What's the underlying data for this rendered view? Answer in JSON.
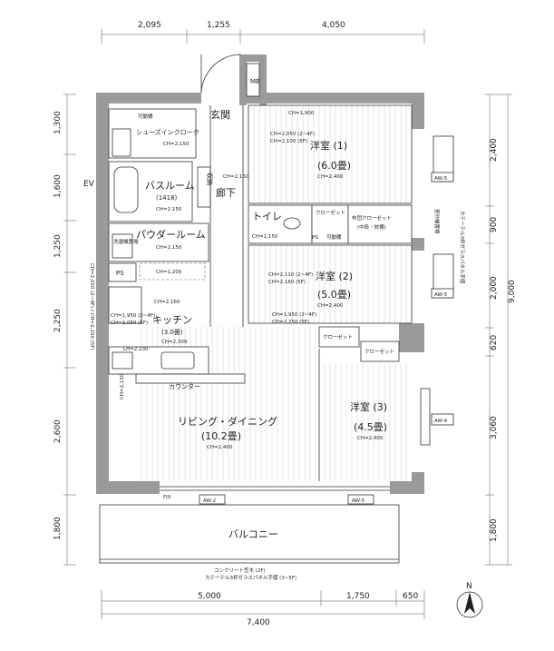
{
  "dimensions": {
    "top": [
      "2,095",
      "1,255",
      "4,050"
    ],
    "bottom": [
      "5,000",
      "1,750",
      "650"
    ],
    "bottom_total": "7,400",
    "left": [
      "1,300",
      "1,600",
      "1,250",
      "2,250",
      "2,600",
      "1,800"
    ],
    "right": [
      "2,400",
      "900",
      "2,000",
      "620",
      "3,060",
      "1,800"
    ],
    "right_total": "9,000"
  },
  "rooms": {
    "entrance": "玄関",
    "mb": "MB",
    "ev": "EV",
    "shoe_closet": "シューズインクローク",
    "movable_shelf": "可動棚",
    "bathroom": "バスルーム",
    "bathroom_size": "(1418)",
    "storage": "収納",
    "hallway": "廊下",
    "toilet": "トイレ",
    "closet": "クローゼット",
    "futon_closet": "布団クローゼット",
    "futon_closet_note": "(中段・枕棚)",
    "powder_room": "パウダールーム",
    "washer_area": "洗濯機置場",
    "ps": "PS",
    "kitchen": "キッチン",
    "kitchen_size": "(3.0畳)",
    "counter": "カウンター",
    "living": "リビング・ダイニング",
    "living_size": "(10.2畳)",
    "bedroom1": "洋室 (1)",
    "bedroom1_size": "(6.0畳)",
    "bedroom2": "洋室 (2)",
    "bedroom2_size": "(5.0畳)",
    "bedroom3": "洋室 (3)",
    "bedroom3_size": "(4.5畳)",
    "balcony": "バルコニー",
    "outdoor_unit": "室外機置場",
    "fix": "FIX"
  },
  "ceiling_heights": {
    "shoe": "CH=2,150",
    "bed1_top": "CH=1,900",
    "bed1_a": "CH=2,050 (2~4F)",
    "bed1_b": "CH=2,100 (5F)",
    "bed1_c": "CH=2,400",
    "hall": "CH=2,150",
    "bath": "CH=2,150",
    "toilet": "CH=2,150",
    "powder": "CH=2,150",
    "wash": "CH=2,160",
    "bed2_a": "CH=2,110 (2~4F)",
    "bed2_b": "CH=2,160 (5F)",
    "bed2_c": "CH=2,400",
    "bed2_d": "CH=1,950 (2~4F)",
    "bed2_e": "CH=2,250 (5F)",
    "kit_a": "CH=1,950 (2~4F)",
    "kit_b": "CH=2,050 (5F)",
    "kit_c": "CH=2,309",
    "kit_lh": "LH=2,230",
    "left_col": "CH=2,050 (2~4F) / CH=2,100 (5F)",
    "dash_h": "CH=1,200",
    "living_side": "CH=2,150",
    "living": "CH=2,400",
    "bed3": "CH=2,400"
  },
  "windows": {
    "aw2": "AW-2",
    "aw4": "AW-4",
    "aw5a": "AW-5",
    "aw5b": "AW-5",
    "aw5c": "AW-5"
  },
  "notes": {
    "line1": "コンクリート笠木 (2F)",
    "line2": "カテーテル3枠ガラスパネル手摺 (3~5F)",
    "side_note": "カテーテル3枠ガラスパネル手摺"
  },
  "compass": "N"
}
